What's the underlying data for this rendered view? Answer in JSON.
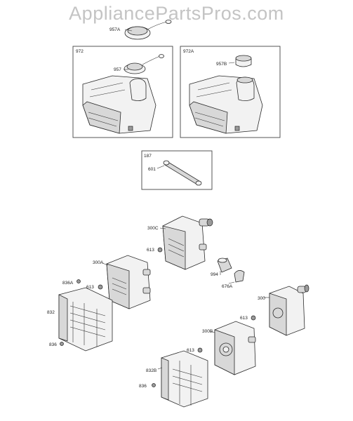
{
  "watermark": "AppliancePartsPros.com",
  "boxes": {
    "tank_left": "972",
    "tank_right": "972A",
    "line_box": "187"
  },
  "labels": {
    "cap_top": "957A",
    "cap_left": "957",
    "cap_right": "957B",
    "fuel_line": "601",
    "muffler_c": "300C",
    "muffler_a": "300A",
    "muffler": "300",
    "muffler_b": "300B",
    "screw_c": "613",
    "screw_a": "613",
    "screw": "613",
    "screw_b": "613",
    "elbow": "994",
    "clip": "676A",
    "shield_screw_a": "836A",
    "shield_a": "832",
    "shield_a_screw": "836",
    "shield_b": "832B",
    "shield_b_screw": "836"
  }
}
